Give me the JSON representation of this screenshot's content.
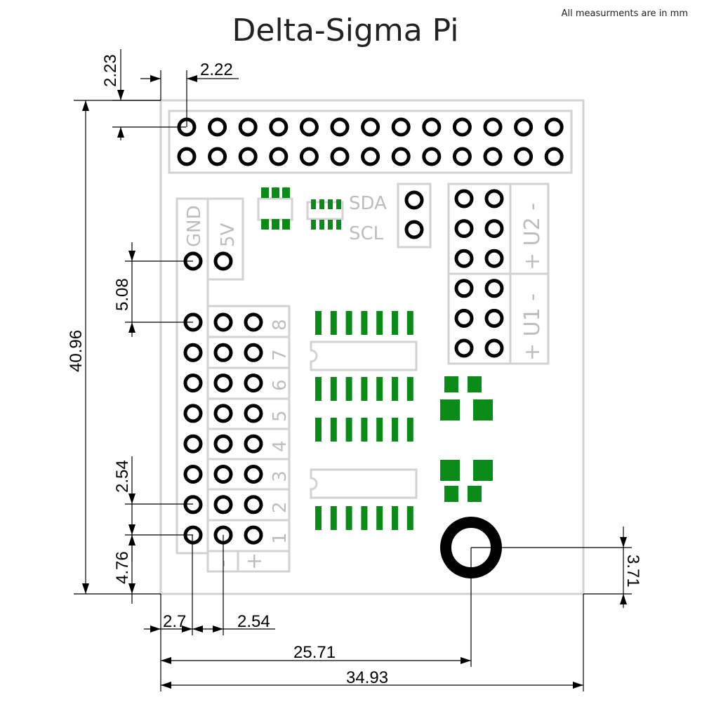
{
  "title": "Delta-Sigma Pi",
  "note": "All measurments are in mm",
  "silkscreen": {
    "gnd": "GND",
    "v5": "5V",
    "sda": "SDA",
    "scl": "SCL",
    "u2": "+ U2 -",
    "u1": "+ U1 -",
    "channels": [
      "8",
      "7",
      "6",
      "5",
      "4",
      "3",
      "2",
      "1"
    ],
    "minus": "-",
    "plus": "+"
  },
  "dimensions": {
    "top_offset": "2.23",
    "left_offset_top": "2.22",
    "gnd_to_row": "5.08",
    "height": "40.96",
    "pitch_vertical": "2.54",
    "bottom_offset": "4.76",
    "left_offset_bottom": "2.7",
    "pitch_horizontal": "2.54",
    "hole_x": "25.71",
    "width": "34.93",
    "hole_y": "3.71"
  },
  "colors": {
    "pad": "#0a8a17",
    "outline": "#d2d2d2",
    "dimension": "#000000"
  }
}
